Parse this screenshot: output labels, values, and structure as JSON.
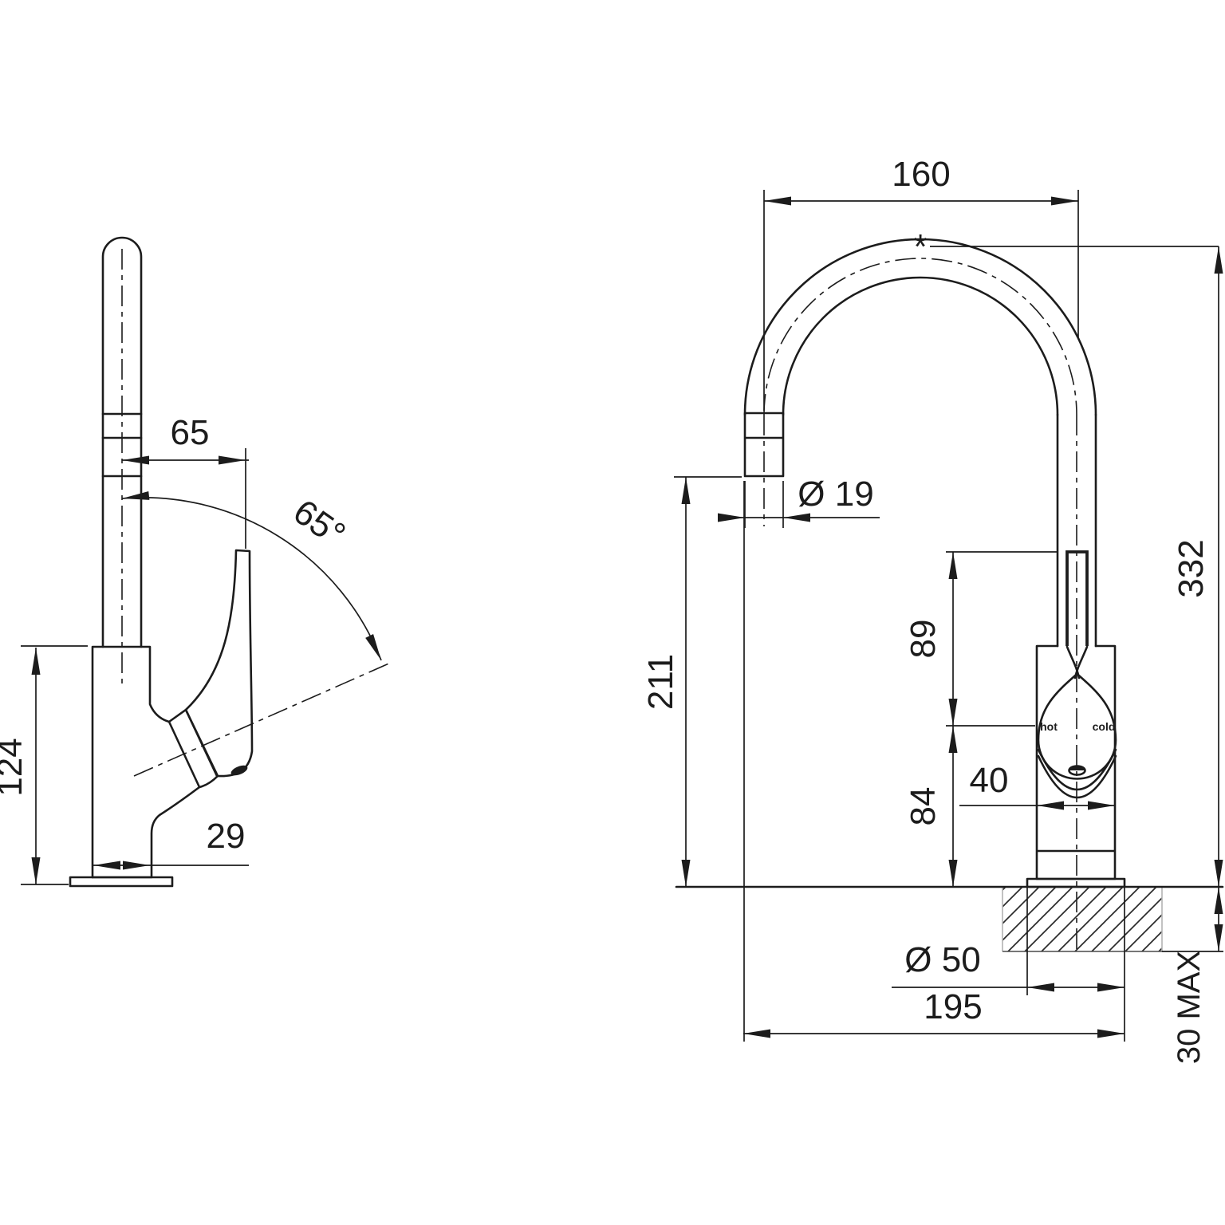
{
  "page": {
    "background": "#ffffff",
    "line_color": "#1c1c1c"
  },
  "side_view": {
    "dims": {
      "handle_offset": "65",
      "handle_angle": "65°",
      "mount_to_spout_height": "124",
      "body_depth": "29"
    }
  },
  "front_view": {
    "dims": {
      "spout_reach": "160",
      "spout_diameter": "Ø 19",
      "spout_height": "211",
      "upper_section": "89",
      "lower_section": "84",
      "body_width": "40",
      "overall_height": "332",
      "base_diameter": "Ø 50",
      "overall_projection": "195",
      "max_bench_thickness": "30 MAX"
    },
    "handle": {
      "hot_label": "hot",
      "cold_label": "cold"
    },
    "apex_marker": "*"
  }
}
